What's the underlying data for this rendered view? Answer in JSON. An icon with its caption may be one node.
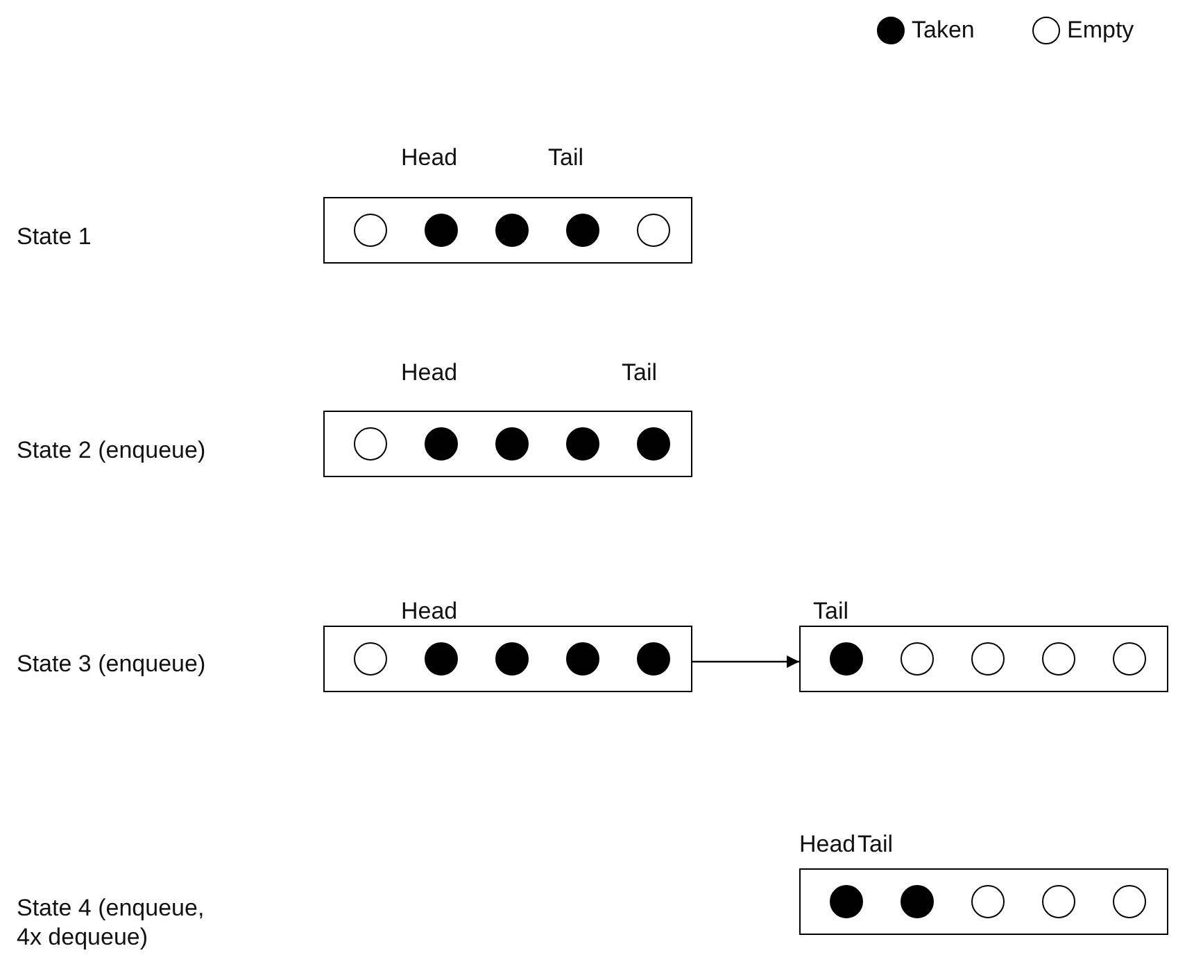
{
  "diagram": {
    "nodes": [
      {
        "text": [],
        "shape": "box"
      },
      {
        "text": [],
        "shape": "circle",
        "in": 0
      },
      {
        "text": [],
        "shape": "dot",
        "in": 0
      },
      {
        "text": [],
        "shape": "dot",
        "in": 0
      },
      {
        "text": [],
        "shape": "dot",
        "in": 0
      },
      {
        "text": [],
        "shape": "circle",
        "in": 0
      },
      {
        "text": [],
        "shape": "box"
      },
      {
        "text": [],
        "shape": "circle",
        "in": 6
      },
      {
        "text": [],
        "shape": "dot",
        "in": 6
      },
      {
        "text": [],
        "shape": "dot",
        "in": 6
      },
      {
        "text": [],
        "shape": "dot",
        "in": 6
      },
      {
        "text": [],
        "shape": "dot",
        "in": 6
      },
      {
        "text": [],
        "shape": "box"
      },
      {
        "text": [],
        "shape": "circle",
        "in": 12
      },
      {
        "text": [],
        "shape": "dot",
        "in": 12
      },
      {
        "text": [],
        "shape": "dot",
        "in": 12
      },
      {
        "text": [],
        "shape": "dot",
        "in": 12
      },
      {
        "text": [],
        "shape": "dot",
        "in": 12
      },
      {
        "text": [],
        "shape": "box"
      },
      {
        "text": [],
        "shape": "dot",
        "in": 18
      },
      {
        "text": [],
        "shape": "circle",
        "in": 18
      },
      {
        "text": [],
        "shape": "circle",
        "in": 18
      },
      {
        "text": [],
        "shape": "circle",
        "in": 18
      },
      {
        "text": [],
        "shape": "circle",
        "in": 18
      },
      {
        "text": [],
        "shape": "box"
      },
      {
        "text": [],
        "shape": "dot",
        "in": 24
      },
      {
        "text": [],
        "shape": "dot",
        "in": 24
      },
      {
        "text": [],
        "shape": "circle",
        "in": 24
      },
      {
        "text": [],
        "shape": "circle",
        "in": 24
      },
      {
        "text": [],
        "shape": "circle",
        "in": 24
      }
    ],
    "edges": [
      {
        "from": 12,
        "to": 18,
        "arrow": "to"
      }
    ],
    "labels": [
      "Head",
      "Tail",
      "State 1",
      "Head",
      "Tail",
      "State 2 (enqueue)",
      "Head",
      "Tail",
      "State 3 (enqueue)",
      "Head",
      "Tail",
      "State 4 (enqueue, 4x dequeue)"
    ],
    "legend": [
      {
        "text": "Taken",
        "color": "#000000"
      },
      {
        "text": "Empty",
        "color": "#ffffff"
      }
    ]
  }
}
